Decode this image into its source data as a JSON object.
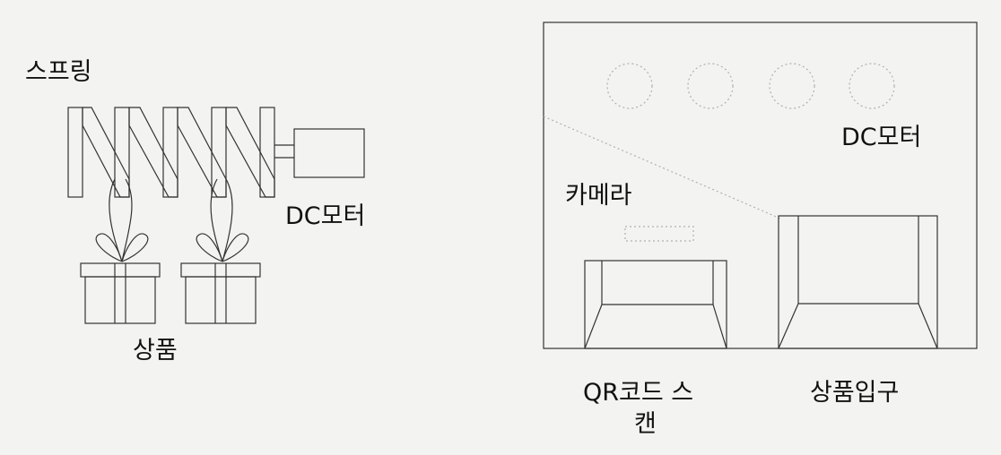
{
  "left_diagram": {
    "spring_label": "스프링",
    "motor_label": "DC모터",
    "product_label": "상품"
  },
  "right_diagram": {
    "motor_label": "DC모터",
    "camera_label": "카메라",
    "qr_label_line1": "QR코드 스",
    "qr_label_line2": "캔",
    "product_slot_label": "상품입구"
  },
  "colors": {
    "background": "#f3f3f1",
    "line": "#333333",
    "dotted": "#b0b0b0"
  }
}
